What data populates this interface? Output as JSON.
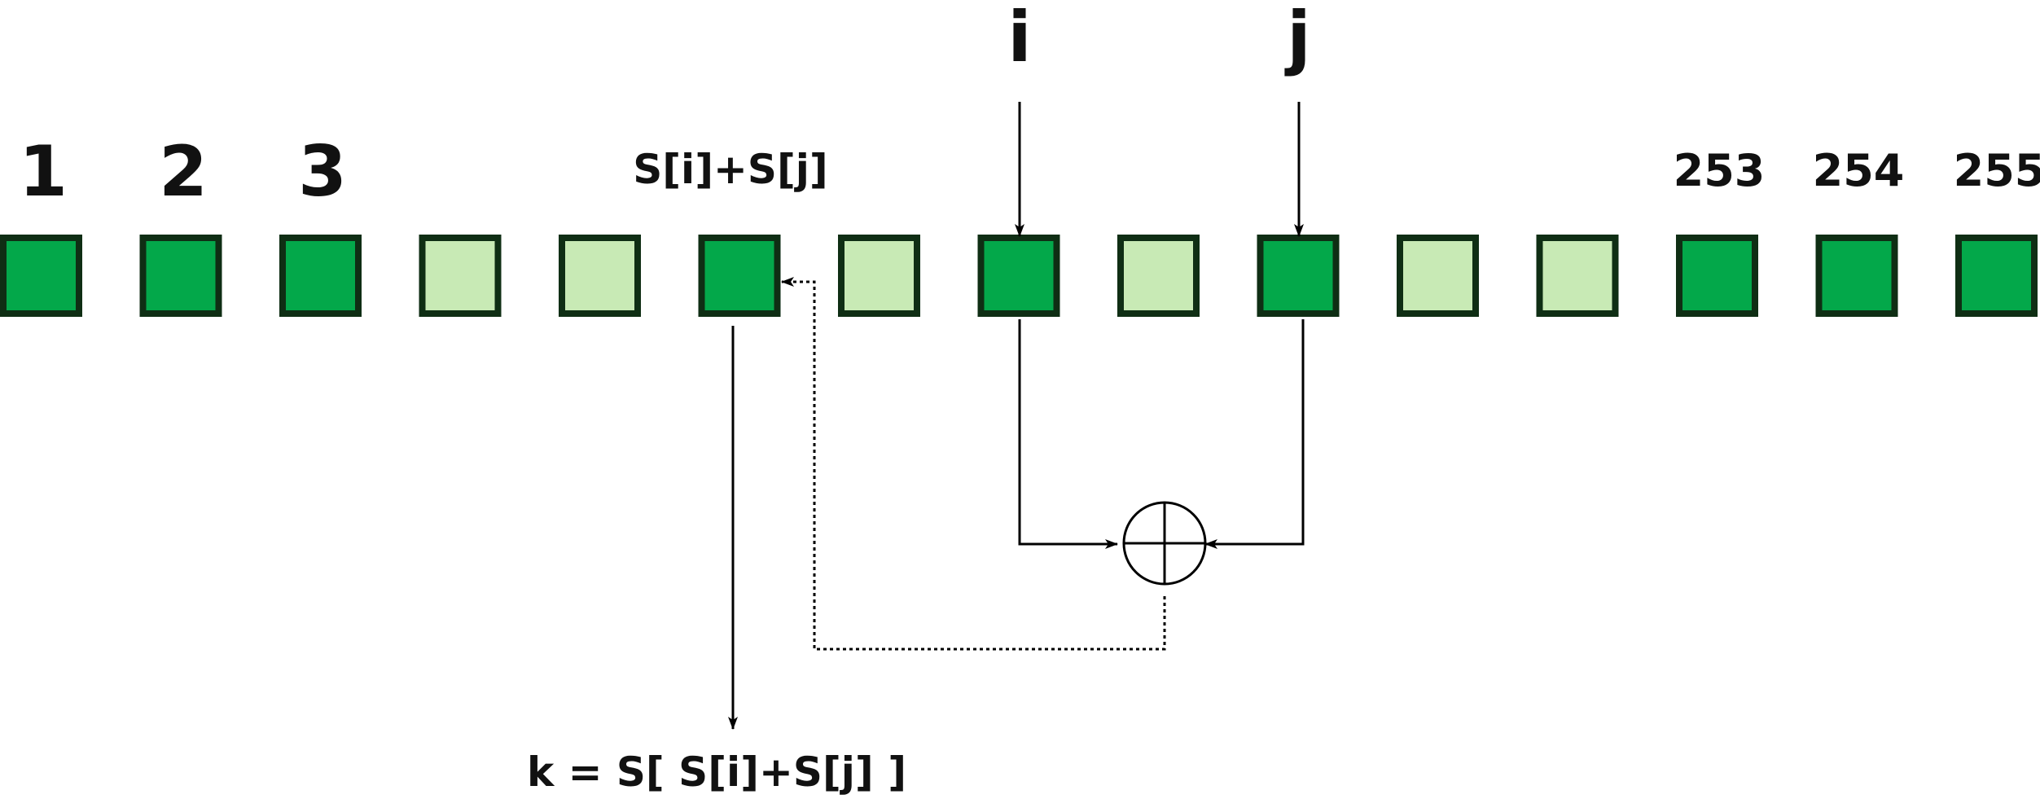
{
  "labels": {
    "i": "i",
    "j": "j",
    "index_1": "1",
    "index_2": "2",
    "index_3": "3",
    "sum_label": "S[i]+S[j]",
    "index_253": "253",
    "index_254": "254",
    "index_255": "255",
    "output": "k = S[ S[i]+S[j] ]"
  },
  "cells": {
    "shades": [
      "dark",
      "dark",
      "dark",
      "light",
      "light",
      "dark",
      "light",
      "dark",
      "light",
      "dark",
      "light",
      "light",
      "dark",
      "dark",
      "dark"
    ]
  },
  "colors": {
    "dark_fill": "#03a84a",
    "light_fill": "#c8eab5",
    "border": "#0f2e14",
    "line": "#000000"
  }
}
